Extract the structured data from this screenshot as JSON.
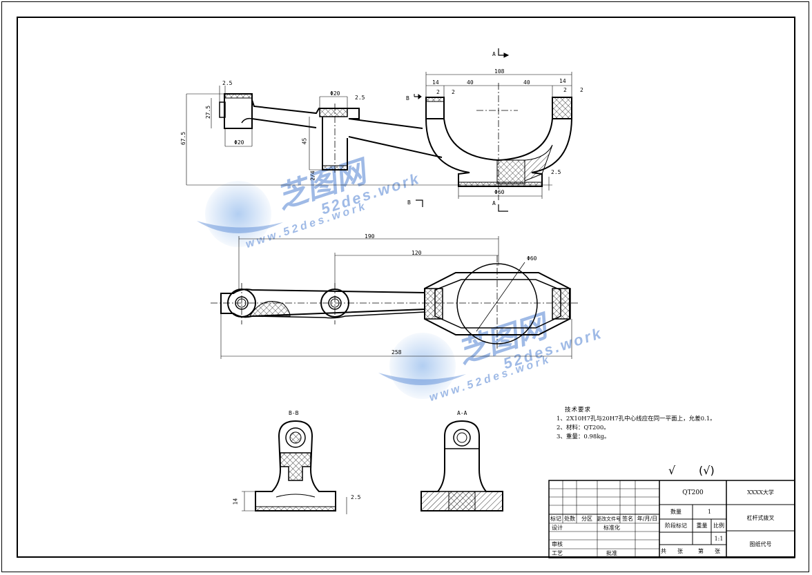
{
  "watermark": {
    "cn": "芝图网",
    "domain": "52des.work",
    "url": "www.52des.work"
  },
  "section_labels": {
    "a_marker": "A",
    "b_marker": "B",
    "bb_title": "B-B",
    "aa_title": "A-A"
  },
  "dimensions": {
    "front": {
      "d2_5_a": "2.5",
      "d27_5": "27.5",
      "d67_5": "67.5",
      "phi20_a": "Φ20",
      "phi20_b": "Φ20",
      "d2_5_b": "2.5",
      "d45": "45",
      "d2_4": "2/4",
      "d108": "108",
      "d14": "14",
      "d40_a": "40",
      "d40_b": "40",
      "d2_a": "2",
      "d2_b": "2",
      "d2_c": "2",
      "d2_d": "2",
      "d14_b": "14",
      "d2_5_c": "2.5",
      "phi60": "Φ60"
    },
    "top": {
      "d190": "190",
      "d120": "120",
      "phi60": "Φ60",
      "d258": "258"
    },
    "sections": {
      "d14": "14",
      "d2_5": "2.5"
    }
  },
  "tech_requirements": {
    "title": "技术要求",
    "items": [
      "1、2X10H7孔与20H7孔中心线应在同一平面上，允差0.1。",
      "2、材料：QT200。",
      "3、重量：0.98kg。"
    ]
  },
  "roughness": {
    "symbol": "√",
    "bracket_symbol": "(√)"
  },
  "title_block": {
    "material": "QT200",
    "university": "XXXX大学",
    "part_name": "杠杆式拨叉",
    "drawing_code": "图纸代号",
    "quantity_label": "数量",
    "quantity": "1",
    "stage_mark": "阶段标记",
    "weight": "重量",
    "scale_label": "比例",
    "scale": "1:1",
    "total": "共",
    "sheet": "张",
    "page": "第",
    "sheet2": "张",
    "headers": [
      "标记",
      "处数",
      "分区",
      "更改文件号",
      "签名",
      "年/月/日"
    ],
    "design": "设计",
    "standardize": "标准化",
    "review": "审核",
    "process": "工艺",
    "approve": "批准"
  },
  "colors": {
    "line": "#000000",
    "hatch": "#000000",
    "watermark": "#4f82d2"
  }
}
